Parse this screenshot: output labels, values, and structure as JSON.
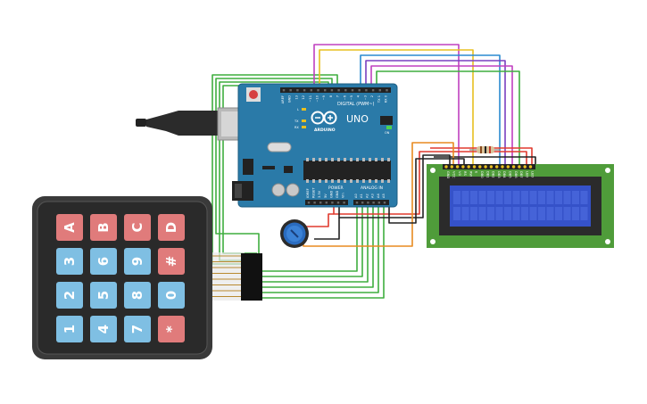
{
  "arduino": {
    "model_label": "UNO",
    "brand_label": "ARDUINO",
    "digital_label": "DIGITAL (PWM~)",
    "power_label": "POWER",
    "analog_label": "ANALOG IN",
    "led_tx": "TX",
    "led_rx": "RX",
    "led_l": "L",
    "led_on": "ON",
    "digital_pins": [
      "AREF",
      "GND",
      "13",
      "12",
      "~11",
      "~10",
      "~9",
      "8",
      "7",
      "~6",
      "~5",
      "4",
      "~3",
      "2",
      "TX 1",
      "RX 0"
    ],
    "power_pins": [
      "IOREF",
      "RESET",
      "3.3V",
      "5V",
      "GND",
      "GND",
      "Vin"
    ],
    "analog_pins": [
      "A0",
      "A1",
      "A2",
      "A3",
      "A4",
      "A5"
    ]
  },
  "keypad": {
    "rows": [
      [
        "A",
        "B",
        "C",
        "D"
      ],
      [
        "3",
        "6",
        "9",
        "#"
      ],
      [
        "2",
        "5",
        "8",
        "0"
      ],
      [
        "1",
        "4",
        "7",
        "*"
      ]
    ]
  },
  "lcd": {
    "pins": [
      "GND",
      "VCC",
      "V0",
      "RS",
      "RW",
      "E",
      "DB0",
      "DB1",
      "DB2",
      "DB3",
      "DB4",
      "DB5",
      "DB6",
      "DB7",
      "LED",
      "LED"
    ]
  },
  "colors": {
    "board": "#2a7aa8",
    "keypad_body": "#3a3a3a",
    "key_letter": "#e07b7b",
    "key_number": "#7fbfe3",
    "lcd_pcb": "#4f9c3a",
    "lcd_screen": "#3552c9",
    "wire_green": "#3fae3f",
    "wire_red": "#e03a2e",
    "wire_black": "#222222",
    "wire_magenta": "#c040c0",
    "wire_yellow": "#e8c020",
    "wire_blue": "#2a8ad0",
    "wire_purple": "#7a40c0",
    "wire_orange": "#e88a20"
  }
}
